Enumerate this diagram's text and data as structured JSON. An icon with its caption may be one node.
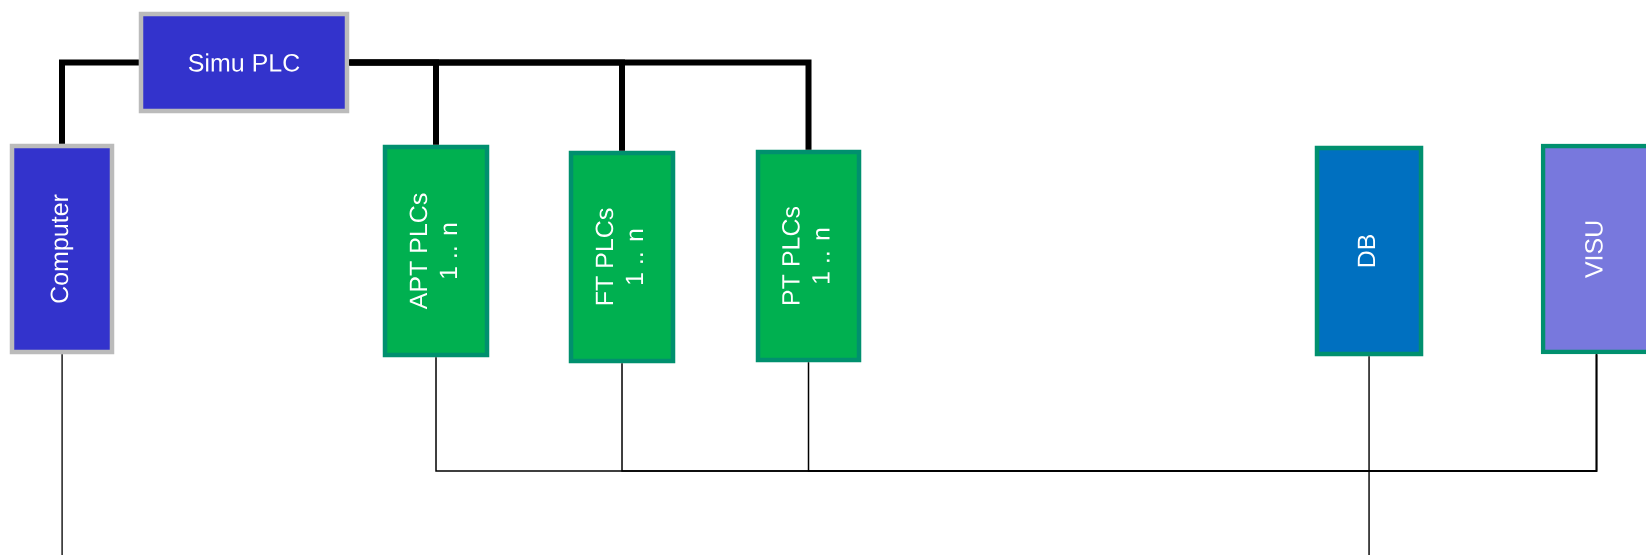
{
  "diagram": {
    "nodes": [
      {
        "text": [
          "Simu PLC"
        ]
      },
      {
        "text": [
          "Computer"
        ]
      },
      {
        "text": [
          "APT PLCs",
          "1 .. n"
        ]
      },
      {
        "text": [
          "FT PLCs",
          "1 .. n"
        ]
      },
      {
        "text": [
          "PT PLCs",
          "1 .. n"
        ]
      },
      {
        "text": [
          "DB"
        ]
      },
      {
        "text": [
          "VISU"
        ]
      }
    ],
    "edges": [
      {
        "from": 0,
        "to": 1,
        "arrow": "none",
        "style": "thick"
      },
      {
        "from": 0,
        "to": 2,
        "arrow": "none",
        "style": "thick"
      },
      {
        "from": 0,
        "to": 3,
        "arrow": "none",
        "style": "thick"
      },
      {
        "from": 0,
        "to": 4,
        "arrow": "none",
        "style": "thick"
      },
      {
        "from": 1,
        "to": null,
        "arrow": "none"
      },
      {
        "from": 2,
        "to": 6,
        "arrow": "none"
      },
      {
        "from": 3,
        "to": 6,
        "arrow": "none"
      },
      {
        "from": 4,
        "to": 6,
        "arrow": "none"
      },
      {
        "from": 5,
        "to": null,
        "arrow": "none"
      }
    ]
  }
}
